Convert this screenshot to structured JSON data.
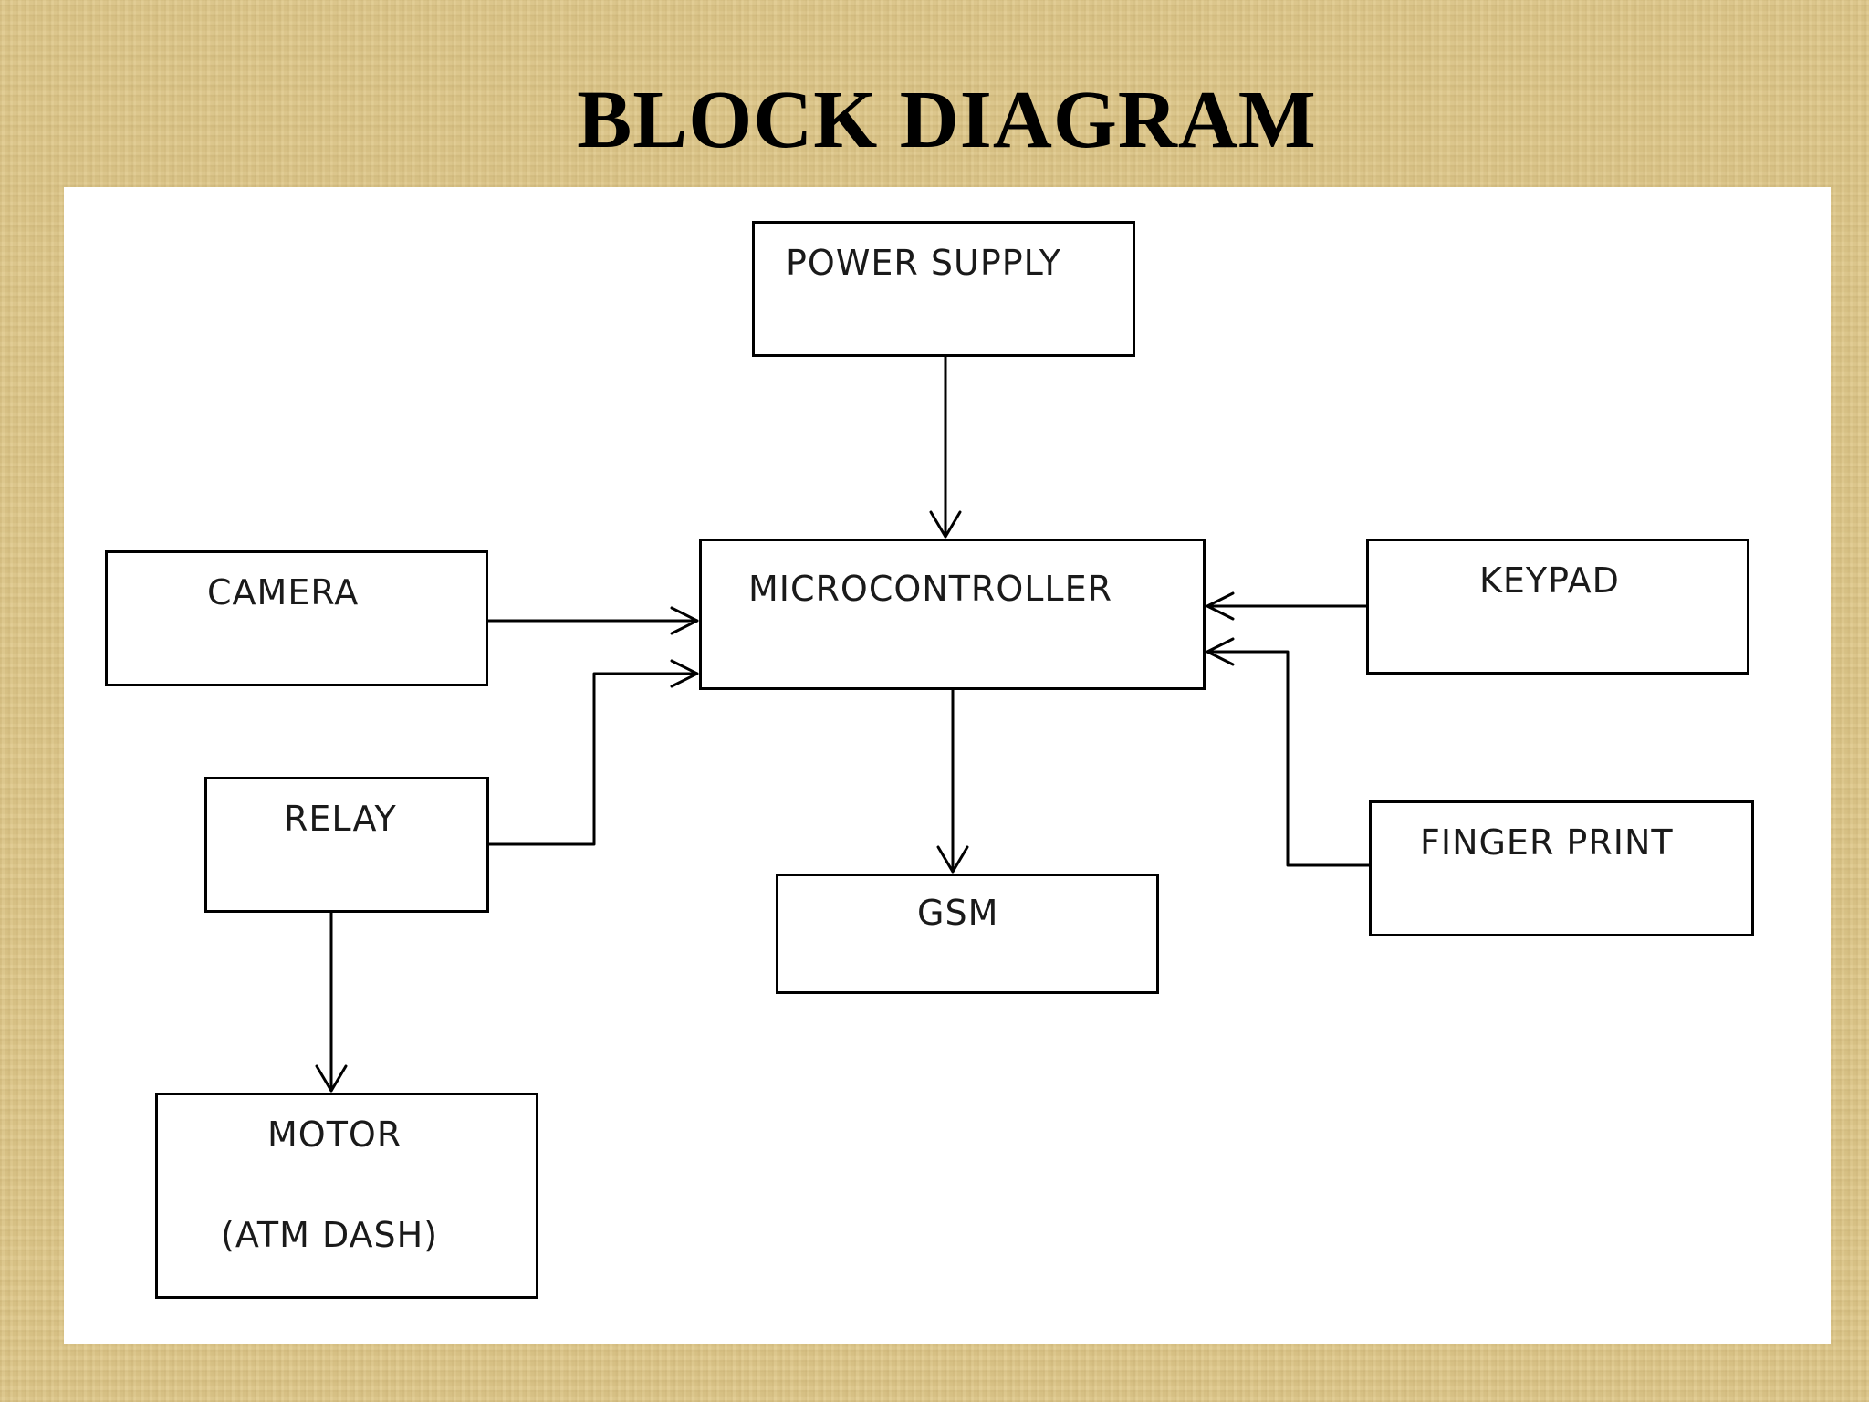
{
  "title": "BLOCK DIAGRAM",
  "blocks": {
    "power_supply": "POWER SUPPLY",
    "camera": "CAMERA",
    "microcontroller": "MICROCONTROLLER",
    "keypad": "KEYPAD",
    "relay": "RELAY",
    "finger_print": "FINGER PRINT",
    "gsm": "GSM",
    "motor": "MOTOR",
    "motor_sub": "(ATM DASH)"
  },
  "connections": [
    {
      "from": "POWER SUPPLY",
      "to": "MICROCONTROLLER"
    },
    {
      "from": "CAMERA",
      "to": "MICROCONTROLLER"
    },
    {
      "from": "RELAY",
      "to": "MICROCONTROLLER"
    },
    {
      "from": "KEYPAD",
      "to": "MICROCONTROLLER"
    },
    {
      "from": "FINGER PRINT",
      "to": "MICROCONTROLLER"
    },
    {
      "from": "MICROCONTROLLER",
      "to": "GSM"
    },
    {
      "from": "RELAY",
      "to": "MOTOR"
    }
  ]
}
